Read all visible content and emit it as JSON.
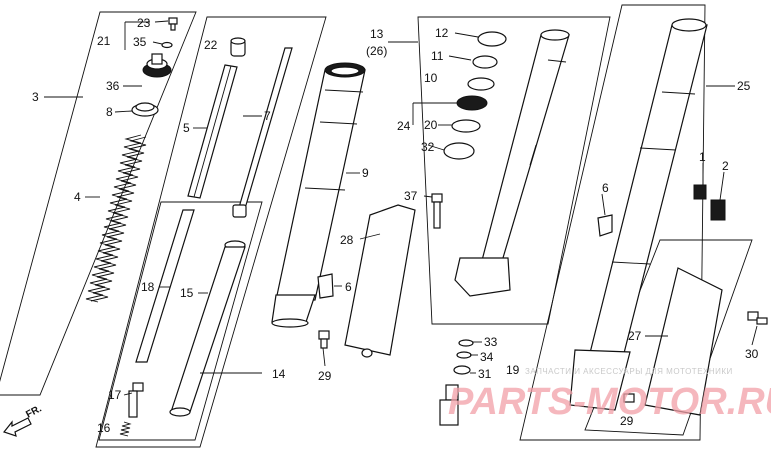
{
  "callouts": [
    {
      "id": "c23",
      "text": "23"
    },
    {
      "id": "c21",
      "text": "21"
    },
    {
      "id": "c35",
      "text": "35"
    },
    {
      "id": "c22",
      "text": "22"
    },
    {
      "id": "c3",
      "text": "3"
    },
    {
      "id": "c36",
      "text": "36"
    },
    {
      "id": "c8",
      "text": "8"
    },
    {
      "id": "c5",
      "text": "5"
    },
    {
      "id": "c7",
      "text": "7"
    },
    {
      "id": "c4",
      "text": "4"
    },
    {
      "id": "c18",
      "text": "18"
    },
    {
      "id": "c15",
      "text": "15"
    },
    {
      "id": "c17",
      "text": "17"
    },
    {
      "id": "c16",
      "text": "16"
    },
    {
      "id": "c14",
      "text": "14"
    },
    {
      "id": "c9",
      "text": "9"
    },
    {
      "id": "c6a",
      "text": "6"
    },
    {
      "id": "c28",
      "text": "28"
    },
    {
      "id": "c29a",
      "text": "29"
    },
    {
      "id": "c13",
      "text": "13"
    },
    {
      "id": "c26",
      "text": "(26)"
    },
    {
      "id": "c12",
      "text": "12"
    },
    {
      "id": "c11",
      "text": "11"
    },
    {
      "id": "c10",
      "text": "10"
    },
    {
      "id": "c24",
      "text": "24"
    },
    {
      "id": "c20",
      "text": "20"
    },
    {
      "id": "c32",
      "text": "32"
    },
    {
      "id": "c37",
      "text": "37"
    },
    {
      "id": "c33",
      "text": "33"
    },
    {
      "id": "c34",
      "text": "34"
    },
    {
      "id": "c31",
      "text": "31"
    },
    {
      "id": "c19",
      "text": "19"
    },
    {
      "id": "c25",
      "text": "25"
    },
    {
      "id": "c1",
      "text": "1"
    },
    {
      "id": "c2",
      "text": "2"
    },
    {
      "id": "c6b",
      "text": "6"
    },
    {
      "id": "c27",
      "text": "27"
    },
    {
      "id": "c30",
      "text": "30"
    },
    {
      "id": "c29b",
      "text": "29"
    }
  ],
  "front_marker": "FR.",
  "watermark": {
    "caption": "ЗАПЧАСТИ И АКСЕССУАРЫ ДЛЯ МОТОТЕХНИКИ",
    "logo": "PARTS-MOTOR.RU"
  },
  "colors": {
    "ink": "#111111",
    "watermark_logo": "#f2a0a8",
    "watermark_text": "#c9c9c9"
  }
}
